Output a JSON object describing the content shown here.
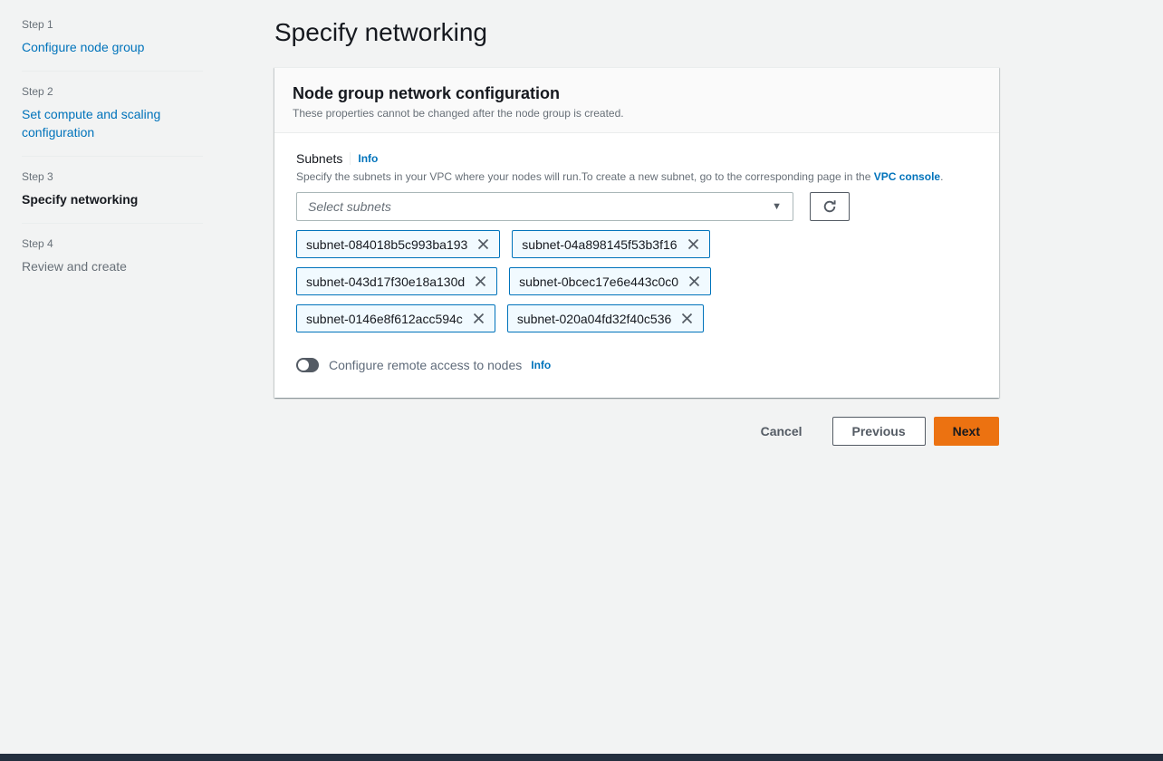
{
  "page": {
    "title": "Specify networking"
  },
  "steps": {
    "items": [
      {
        "step_label": "Step 1",
        "title": "Configure node group",
        "state": "link"
      },
      {
        "step_label": "Step 2",
        "title": "Set compute and scaling configuration",
        "state": "link"
      },
      {
        "step_label": "Step 3",
        "title": "Specify networking",
        "state": "active"
      },
      {
        "step_label": "Step 4",
        "title": "Review and create",
        "state": "upcoming"
      }
    ]
  },
  "panel": {
    "title": "Node group network configuration",
    "subtitle": "These properties cannot be changed after the node group is created.",
    "subnets": {
      "label": "Subnets",
      "info_label": "Info",
      "description": "Specify the subnets in your VPC where your nodes will run.To create a new subnet, go to the corresponding page in the ",
      "description_link": "VPC console",
      "description_suffix": ".",
      "select_placeholder": "Select subnets",
      "tokens": [
        "subnet-084018b5c993ba193",
        "subnet-04a898145f53b3f16",
        "subnet-043d17f30e18a130d",
        "subnet-0bcec17e6e443c0c0",
        "subnet-0146e8f612acc594c",
        "subnet-020a04fd32f40c536"
      ]
    },
    "remote_access": {
      "label": "Configure remote access to nodes",
      "info_label": "Info",
      "toggle_state": "off"
    }
  },
  "actions": {
    "cancel_label": "Cancel",
    "previous_label": "Previous",
    "next_label": "Next"
  },
  "colors": {
    "link_blue": "#0073bb",
    "primary_orange": "#ec7211",
    "footer_navy": "#232f3e",
    "token_background": "#f1faff",
    "token_border": "#0073bb"
  }
}
